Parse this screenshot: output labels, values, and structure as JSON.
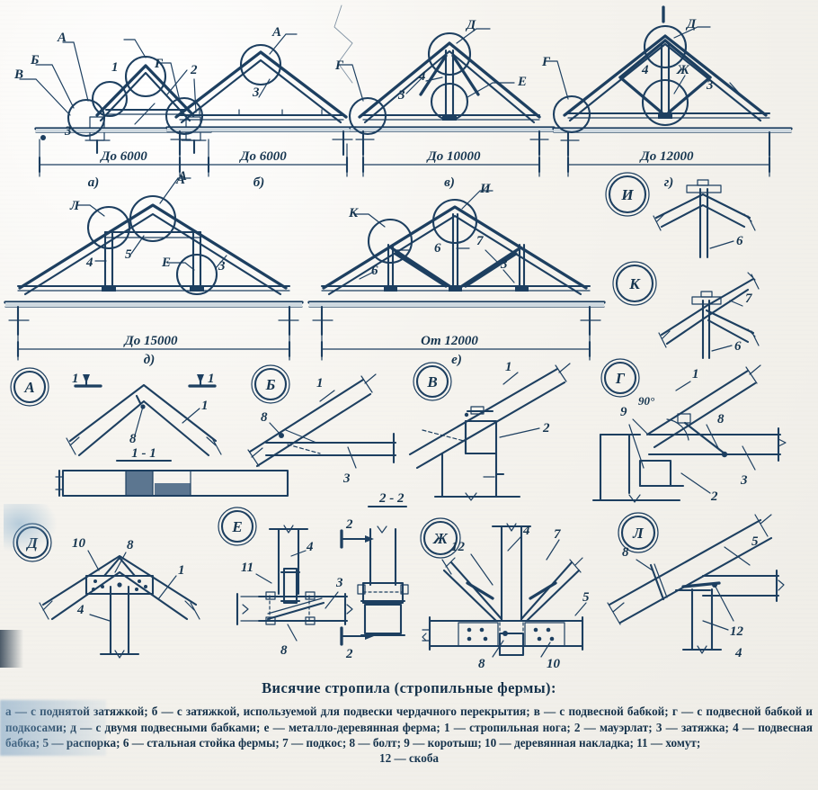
{
  "figure": {
    "title": "Висячие стропила (стропильные фермы):",
    "caption_body": "а — с поднятой затяжкой; б — с затяжкой, используемой для подвески чердачного перекрытия; в — с подвесной бабкой; г — с подвесной бабкой и подкосами; д — с двумя подвесными бабками; е — металло-деревянная ферма; 1 — стропильная нога; 2 — мауэрлат; 3 — затяжка; 4 — подвесная бабка; 5 — распорка; 6 — стальная стойка фермы; 7 — подкос; 8 — болт; 9 — коротыш; 10 — деревянная накладка; 11 — хомут;",
    "caption_end": "12 — скоба",
    "ink_color": "#1d3f60",
    "paper_color": "#f4f2ec"
  },
  "schemes": [
    {
      "id": "a",
      "sub_label": "а)",
      "span": "До 6000",
      "bubbles": [
        "А",
        "Б",
        "В"
      ],
      "part_numbers": [
        "1",
        "2",
        "3"
      ]
    },
    {
      "id": "b",
      "sub_label": "б)",
      "span": "До 6000",
      "bubbles": [
        "А",
        "Г"
      ],
      "part_numbers": [
        "3"
      ]
    },
    {
      "id": "v",
      "sub_label": "в)",
      "span": "До 10000",
      "bubbles": [
        "Г",
        "Д",
        "Е"
      ],
      "part_numbers": [
        "3",
        "4"
      ]
    },
    {
      "id": "g",
      "sub_label": "г)",
      "span": "До 12000",
      "bubbles": [
        "Г",
        "Д",
        "Ж"
      ],
      "part_numbers": [
        "3",
        "4"
      ]
    },
    {
      "id": "d",
      "sub_label": "д)",
      "span": "До 15000",
      "bubbles": [
        "А",
        "Л",
        "Е"
      ],
      "part_numbers": [
        "3",
        "4",
        "5"
      ]
    },
    {
      "id": "e",
      "sub_label": "е)",
      "span": "От 12000",
      "bubbles": [
        "И",
        "К"
      ],
      "part_numbers": [
        "3",
        "6",
        "6",
        "7"
      ]
    }
  ],
  "details": [
    {
      "key": "И",
      "labels": [
        "6"
      ]
    },
    {
      "key": "К",
      "labels": [
        "6",
        "7"
      ]
    },
    {
      "key": "А",
      "labels": [
        "1",
        "8"
      ],
      "section_marks": [
        "1",
        "1"
      ],
      "section_title": "1 - 1"
    },
    {
      "key": "Б",
      "labels": [
        "1",
        "3",
        "8"
      ]
    },
    {
      "key": "В",
      "labels": [
        "1",
        "2"
      ]
    },
    {
      "key": "Г",
      "labels": [
        "1",
        "2",
        "3",
        "8",
        "9"
      ],
      "angle": "90°"
    },
    {
      "key": "Д",
      "labels": [
        "1",
        "4",
        "8",
        "10"
      ]
    },
    {
      "key": "Е",
      "labels": [
        "3",
        "4",
        "8",
        "11"
      ],
      "section_marks": [
        "2",
        "2"
      ],
      "section_title": "2 - 2"
    },
    {
      "key": "Ж",
      "labels": [
        "4",
        "5",
        "7",
        "8",
        "10",
        "12"
      ]
    },
    {
      "key": "Л",
      "labels": [
        "4",
        "5",
        "8",
        "12"
      ]
    }
  ]
}
